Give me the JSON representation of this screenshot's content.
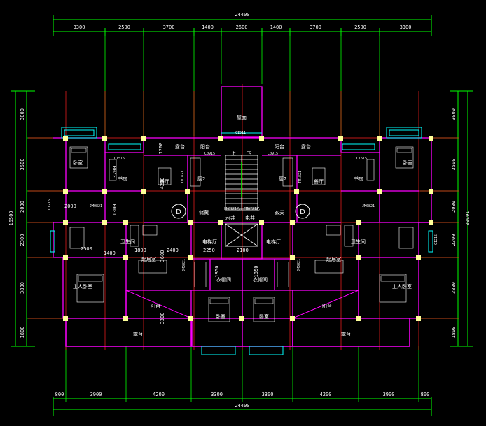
{
  "colors": {
    "background": "#000000",
    "dimension": "#00ff00",
    "wall": "#ff00ff",
    "column": "#ffff99",
    "window": "#00ffff",
    "axis": "#ff0000",
    "text": "#ffffff"
  },
  "overall": {
    "top": "24400",
    "bottom": "24400",
    "left": "16500",
    "right": "16500"
  },
  "top_dims": [
    "3300",
    "2500",
    "3700",
    "1400",
    "2600",
    "1400",
    "3700",
    "2500",
    "3300"
  ],
  "bottom_dims": [
    "800",
    "3900",
    "4200",
    "3300",
    "3300",
    "4200",
    "3900",
    "800"
  ],
  "left_dims": [
    "3000",
    "3500",
    "2000",
    "2300",
    "3800",
    "1800"
  ],
  "right_dims": [
    "3000",
    "3500",
    "2000",
    "2300",
    "3800",
    "1800"
  ],
  "rooms": {
    "stair_top": "屋面",
    "bedroom_tl": "卧室",
    "bedroom_tr": "卧室",
    "study_l": "书房",
    "study_r": "书房",
    "balcony_l": "露台",
    "balcony_r": "露台",
    "balcony_cl": "阳台",
    "balcony_cr": "阳台",
    "dining_l": "餐厅",
    "dining_r": "餐厅",
    "kitchen_l": "厨2",
    "kitchen_r": "厨2",
    "storage": "储藏",
    "entry": "玄关",
    "shaft": "水井",
    "elec": "电井",
    "lobby_l": "电梯厅",
    "lobby_r": "电梯厅",
    "living_l": "起居室",
    "living_r": "起居室",
    "master_l": "主人卧室",
    "master_r": "主人卧室",
    "bath_l": "卫生间",
    "bath_r": "卫生间",
    "wardrobe_l": "衣帽间",
    "wardrobe_r": "衣帽间",
    "bed_cl": "卧室",
    "bed_cr": "卧室",
    "deck_l": "阳台",
    "deck_r": "阳台",
    "deck_bl": "露台",
    "deck_br": "露台",
    "up": "上",
    "down": "下"
  },
  "inner_dims": {
    "d1200": "1200",
    "d4200": "4200",
    "d3200": "3200",
    "d1300": "1300",
    "d2000": "2000",
    "d2500": "2500",
    "d1400": "1400",
    "d1800": "1800",
    "d2400": "2400",
    "d2250": "2250",
    "d2100": "2100",
    "d1850a": "1850",
    "d1850b": "1850",
    "d3300": "3300",
    "d3600": "3600"
  },
  "door_tags": {
    "c1511": "C1511",
    "c0915a": "C0915",
    "c0915b": "C0915",
    "c1515a": "C1515",
    "c1515b": "C1515",
    "tm1821a": "TM1821",
    "tm1821b": "TM1821",
    "fm0721a": "FM0721乙",
    "fm0721b": "FM0721乙",
    "jm0821a": "JM0821",
    "jm0821b": "JM0821",
    "jm0821c": "JM0821",
    "jm0821d": "JM0821",
    "c1215a": "C1215",
    "c1215b": "C1215"
  },
  "axis_labels": {
    "left": "D",
    "right": "D"
  }
}
